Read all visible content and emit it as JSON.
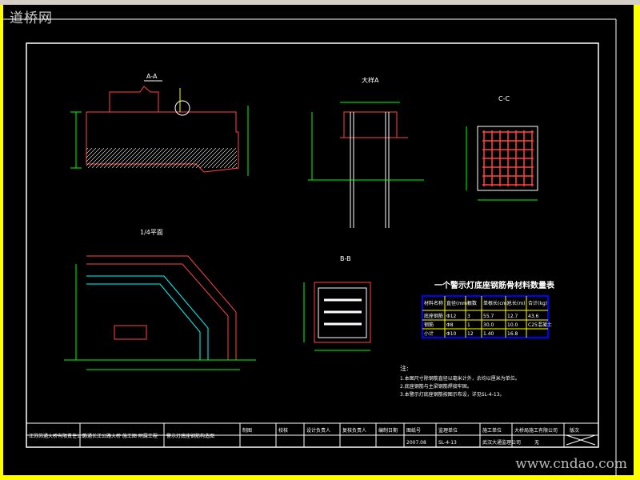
{
  "watermark_top": "道桥网",
  "watermark_bottom": "www.cndao.com",
  "views": {
    "aa": "A-A",
    "detail_a": "大样A",
    "cc": "C-C",
    "quarter_plan": "1/4平面",
    "bb": "B-B"
  },
  "table": {
    "title": "一个警示灯底座钢筋骨材料数量表",
    "headers": [
      "材料名称",
      "直径(mm)",
      "根数",
      "单根长(cm)",
      "总长(m)",
      "合计(kg)"
    ],
    "rows": [
      [
        "底座钢筋",
        "Φ12",
        "3",
        "55.7",
        "12.7",
        "43.6"
      ],
      [
        "钢筋",
        "Φ8",
        "1",
        "30.0",
        "10.0",
        "C25混凝土"
      ],
      [
        "小计",
        "Φ10",
        "12",
        "1.40",
        "16.8",
        ""
      ]
    ]
  },
  "notes": {
    "head": "注:",
    "items": [
      "1.本图尺寸除钢筋直径以毫米计外，余均以厘米为单位。",
      "2.底座钢筋与主梁钢筋焊接牢固。",
      "3.本警示灯底座钢筋按图示布设，详见SL-4-13。"
    ]
  },
  "title_block": {
    "company": "江苏苏通大桥有限责任公司",
    "project": "苏通长江公路大桥 施工图 附属工程",
    "drawing": "警示灯底座钢筋构造图",
    "labels": [
      "制图",
      "校核",
      "设计负责人",
      "复核负责人",
      "编制日期",
      "图纸号",
      "监理单位",
      "施工单位"
    ],
    "date": "2007.08",
    "number": "SL-4-13",
    "supervisor": "武汉大通监理公司",
    "contractor": "大桥局施工有限公司",
    "stamp": "无",
    "sheet_label": "版次"
  }
}
